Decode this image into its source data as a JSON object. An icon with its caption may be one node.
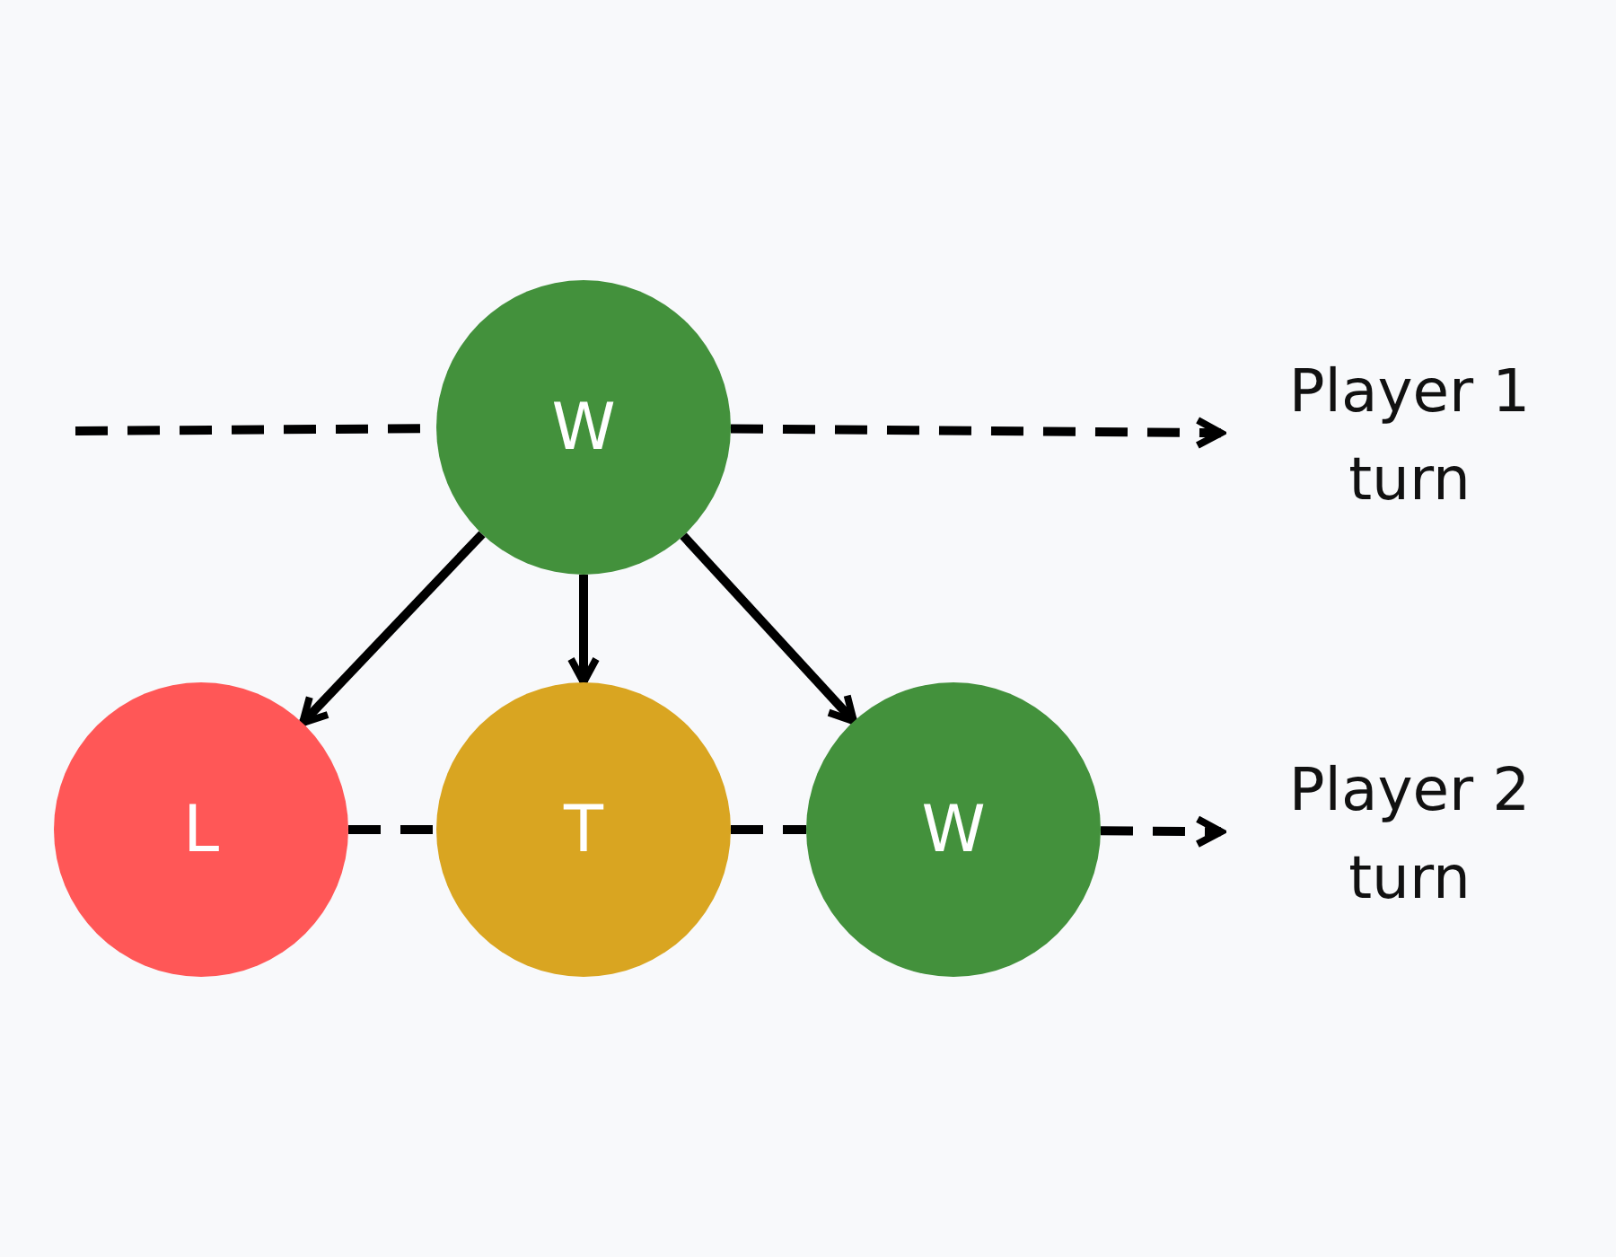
{
  "diagram": {
    "nodes": [
      {
        "text": [
          "W"
        ]
      },
      {
        "text": [
          "L"
        ]
      },
      {
        "text": [
          "T"
        ]
      },
      {
        "text": [
          "W"
        ]
      },
      {
        "text": [
          "Player 1 turn"
        ]
      },
      {
        "text": [
          "Player 2 turn"
        ]
      }
    ],
    "edges": [
      {
        "from": null,
        "to": 0,
        "arrow": "none",
        "style": "dashed"
      },
      {
        "from": 0,
        "to": 4,
        "arrow": "to",
        "style": "dashed"
      },
      {
        "from": 0,
        "to": 1,
        "arrow": "to"
      },
      {
        "from": 0,
        "to": 2,
        "arrow": "to"
      },
      {
        "from": 0,
        "to": 3,
        "arrow": "to"
      },
      {
        "from": 1,
        "to": 2,
        "arrow": "none",
        "style": "dashed"
      },
      {
        "from": 2,
        "to": 3,
        "arrow": "none",
        "style": "dashed"
      },
      {
        "from": 3,
        "to": 5,
        "arrow": "to",
        "style": "dashed"
      }
    ]
  }
}
